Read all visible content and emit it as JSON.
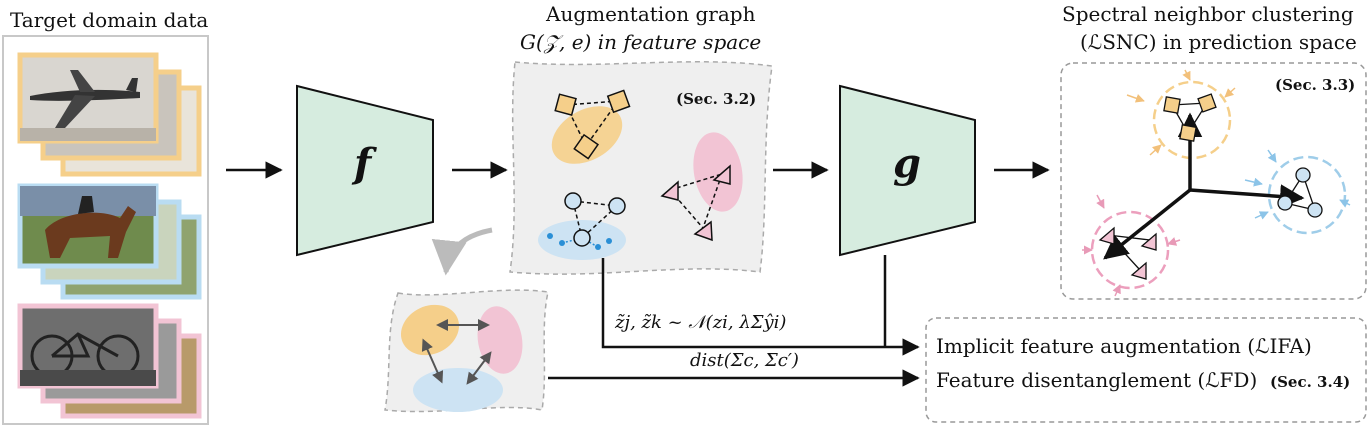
{
  "target_panel": {
    "title": "Target domain data"
  },
  "aug_graph": {
    "title_line1": "Augmentation graph",
    "title_line2": "G(𝒵, e) in feature space",
    "sec_label": "(Sec. 3.2)"
  },
  "snc": {
    "title_line1": "Spectral neighbor clustering",
    "title_line2": "(ℒSNC) in prediction space",
    "sec_label": "(Sec. 3.3)"
  },
  "networks": {
    "f": "f",
    "g": "g"
  },
  "formulas": {
    "sampling": "z̃j, z̃k ~ 𝒩(zi, λΣŷi)",
    "dist": "dist(Σc, Σc′)"
  },
  "outputs": {
    "ifa": "Implicit feature augmentation (ℒIFA)",
    "fd": "Feature disentanglement (ℒFD)",
    "fd_sec": "(Sec. 3.4)"
  },
  "colors": {
    "network": "#d6ecdf",
    "orange": "#f5cf8a",
    "pink": "#f2c4d4",
    "blue": "#cde3f3",
    "panel": "#efefef"
  }
}
